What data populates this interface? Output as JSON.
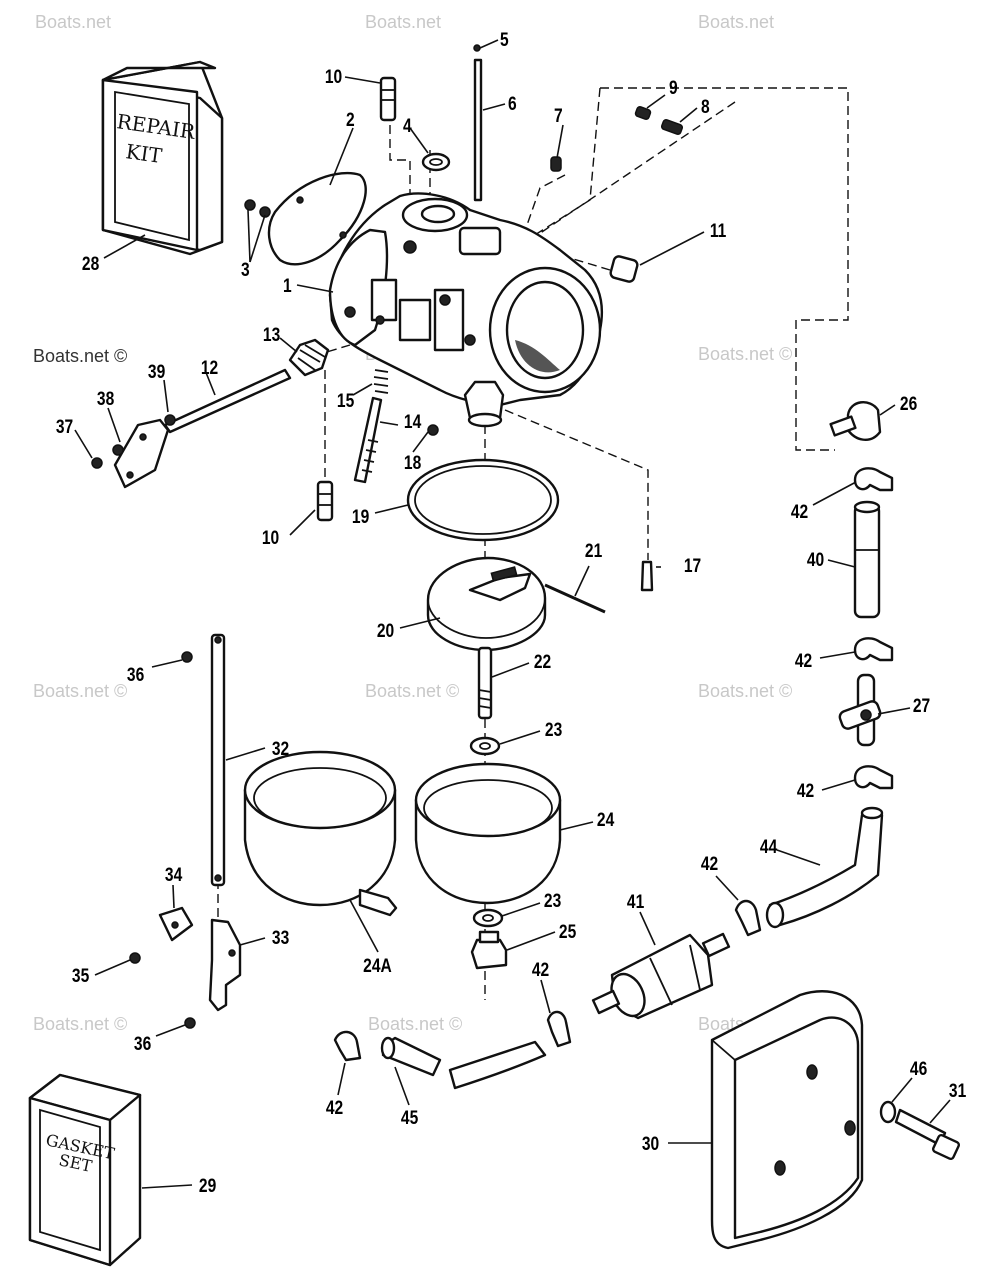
{
  "watermark": {
    "text": "Boats.net",
    "text_copyright": "Boats.net ©"
  },
  "boxes": {
    "repair_kit_line1": "REPAIR",
    "repair_kit_line2": "KIT",
    "gasket_set_line1": "GASKET",
    "gasket_set_line2": "SET"
  },
  "callouts": {
    "p1": "1",
    "p2": "2",
    "p3": "3",
    "p4": "4",
    "p5": "5",
    "p6": "6",
    "p7": "7",
    "p8": "8",
    "p9": "9",
    "p10a": "10",
    "p10b": "10",
    "p11": "11",
    "p12": "12",
    "p13": "13",
    "p14": "14",
    "p15": "15",
    "p17": "17",
    "p18": "18",
    "p19": "19",
    "p20": "20",
    "p21": "21",
    "p22": "22",
    "p23a": "23",
    "p23b": "23",
    "p24": "24",
    "p24a": "24A",
    "p25": "25",
    "p26": "26",
    "p27": "27",
    "p28": "28",
    "p29": "29",
    "p30": "30",
    "p31": "31",
    "p32": "32",
    "p33": "33",
    "p34": "34",
    "p35": "35",
    "p36a": "36",
    "p36b": "36",
    "p37": "37",
    "p38": "38",
    "p39": "39",
    "p40": "40",
    "p41": "41",
    "p42a": "42",
    "p42b": "42",
    "p42c": "42",
    "p42d": "42",
    "p42e": "42",
    "p42f": "42",
    "p44": "44",
    "p45": "45",
    "p46": "46"
  }
}
